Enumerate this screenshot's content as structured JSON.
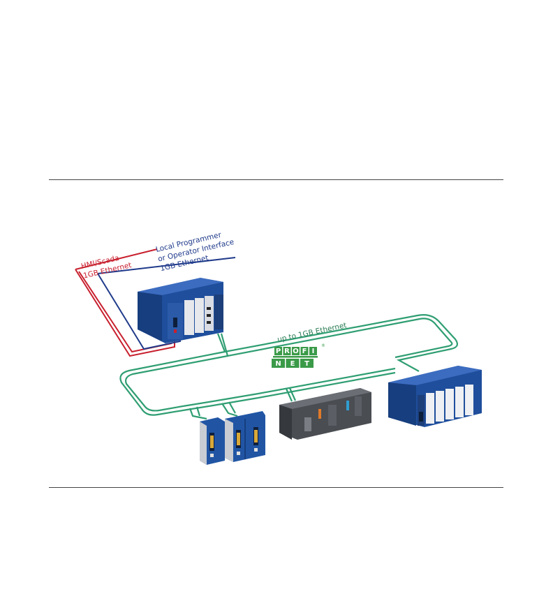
{
  "labels": {
    "hmi_line1": "HMI/Scada",
    "hmi_line2": "1GB Ethernet",
    "local_line1": "Local Programmer",
    "local_line2": "or Operator Interface",
    "local_line3": "1GB Ethernet",
    "ring": "up to 1GB Ethernet"
  },
  "logo": {
    "top": [
      "P",
      "R",
      "O",
      "F",
      "I"
    ],
    "bottom": [
      "N",
      "E",
      "T"
    ],
    "registered": "®"
  },
  "colors": {
    "hmi_link": "#c8202e",
    "local_link": "#1f3a8a",
    "profinet_ring": "#2f9e72",
    "module_blue": "#1f4e9c",
    "logo_green": "#3a9a48"
  },
  "devices": [
    {
      "id": "controller-rack",
      "icon": "plc-rack-icon"
    },
    {
      "id": "io-drop-single",
      "icon": "io-module-icon"
    },
    {
      "id": "io-drop-double",
      "icon": "io-module-icon"
    },
    {
      "id": "io-drop-dark",
      "icon": "io-block-icon"
    },
    {
      "id": "io-rack-remote",
      "icon": "plc-rack-icon"
    }
  ]
}
